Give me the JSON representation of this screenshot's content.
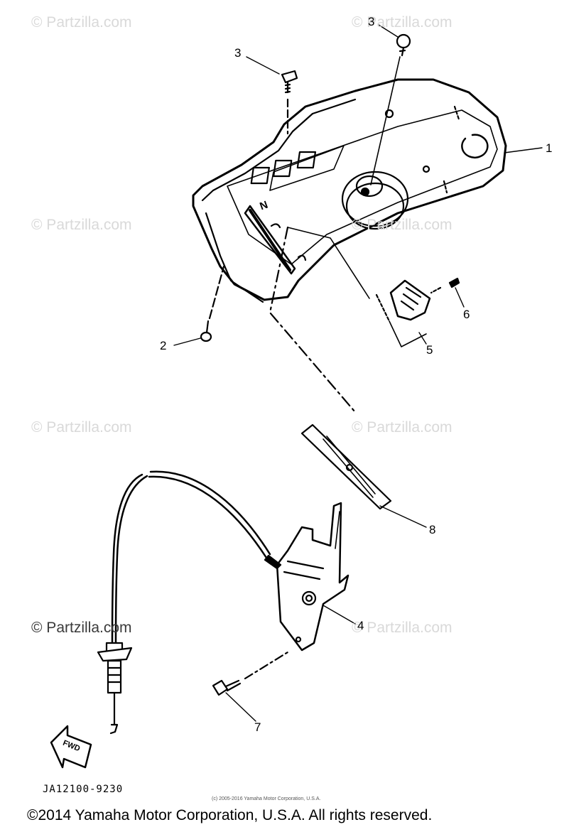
{
  "watermarks": [
    {
      "text": "© Partzilla.com"
    },
    {
      "text": "© Partzilla.com"
    },
    {
      "text": "© Partzilla.com"
    },
    {
      "text": "© Partzilla.com"
    },
    {
      "text": "© Partzilla.com"
    },
    {
      "text": "© Partzilla.com"
    },
    {
      "text": "© Partzilla.com"
    },
    {
      "text": "© Partzilla.com"
    }
  ],
  "callouts": {
    "part1": "1",
    "part2": "2",
    "part3a": "3",
    "part3b": "3",
    "part4": "4",
    "part5": "5",
    "part6": "6",
    "part7": "7",
    "part8": "8"
  },
  "shift_label": "N",
  "fwd_label": "FWD",
  "ref_code": "JA12100-9230",
  "small_copyright": "(c) 2005-2016 Yamaha Motor Corporation, U.S.A.",
  "copyright": "©2014 Yamaha Motor Corporation, U.S.A. All rights reserved."
}
